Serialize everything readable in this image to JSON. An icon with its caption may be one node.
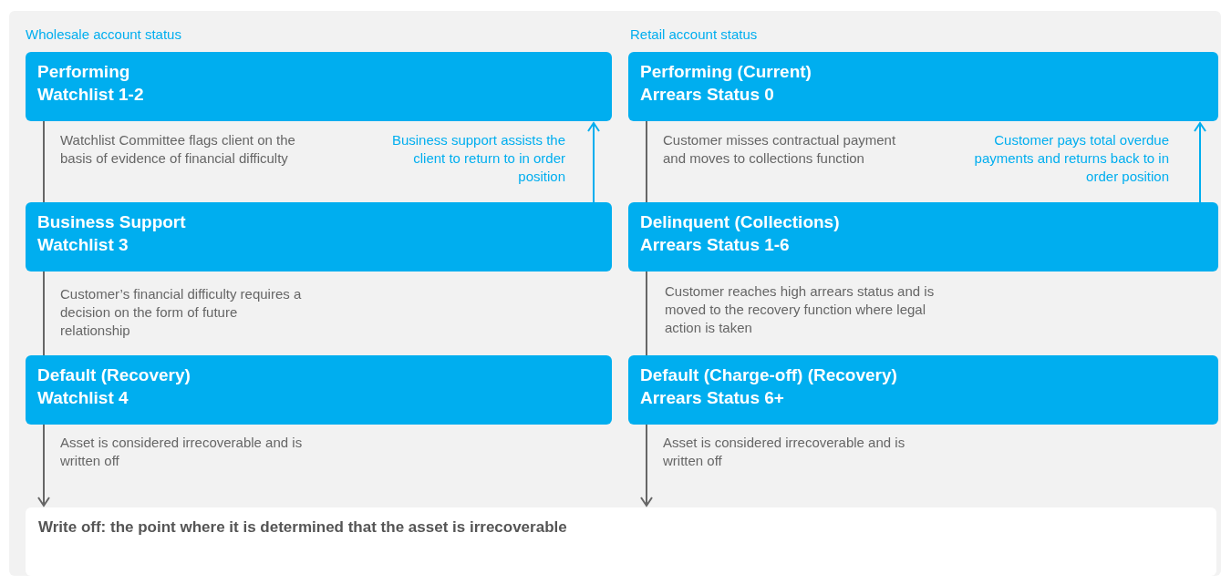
{
  "diagram": {
    "nodes": [
      {
        "text": [
          "Performing",
          "Watchlist 1-2"
        ]
      },
      {
        "text": [
          "Business Support",
          "Watchlist 3"
        ]
      },
      {
        "text": [
          "Default (Recovery)",
          "Watchlist 4"
        ]
      },
      {
        "text": [
          "Performing (Current)",
          "Arrears Status 0"
        ]
      },
      {
        "text": [
          "Delinquent (Collections)",
          "Arrears Status 1-6"
        ]
      },
      {
        "text": [
          "Default (Charge-off) (Recovery)",
          "Arrears Status 6+"
        ]
      },
      {
        "text": [
          "Write off: the point where it is determined that the asset is irrecoverable"
        ]
      }
    ],
    "edges": [
      {
        "from": 0,
        "to": 1,
        "arrow": "none",
        "label": "Watchlist Committee flags client on the basis of evidence of financial difficulty"
      },
      {
        "from": 1,
        "to": 0,
        "arrow": "to",
        "label": "Business support assists the client to return to in order position",
        "color": "#00aeef"
      },
      {
        "from": 1,
        "to": 2,
        "arrow": "none",
        "label": "Customer’s financial difficulty requires a decision on the form of future relationship"
      },
      {
        "from": 2,
        "to": 6,
        "arrow": "to",
        "label": "Asset is considered irrecoverable and is written off"
      },
      {
        "from": 3,
        "to": 4,
        "arrow": "none",
        "label": "Customer misses contractual payment and moves to collections function"
      },
      {
        "from": 4,
        "to": 3,
        "arrow": "to",
        "label": "Customer pays total overdue payments and returns back to in order position",
        "color": "#00aeef"
      },
      {
        "from": 4,
        "to": 5,
        "arrow": "none",
        "label": "Customer reaches high arrears status and is moved to the recovery function where legal action is taken"
      },
      {
        "from": 5,
        "to": 6,
        "arrow": "to",
        "label": "Asset is considered irrecoverable and is written off"
      }
    ],
    "labels": [
      "Wholesale account status",
      "Retail account status"
    ]
  }
}
